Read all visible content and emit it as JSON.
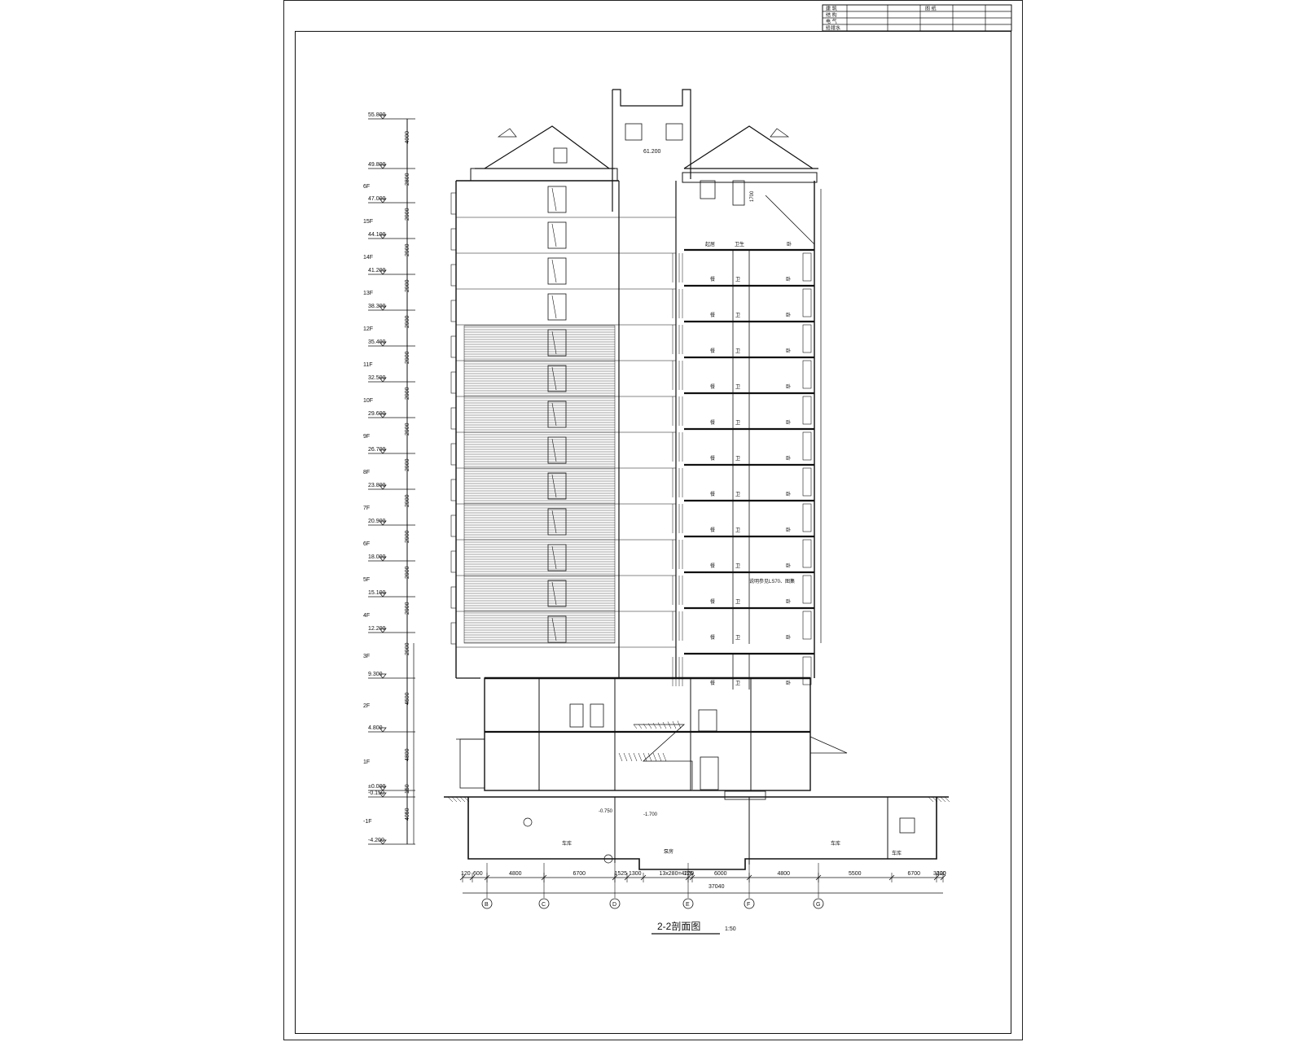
{
  "drawing": {
    "title": "2-2剖面图",
    "scale": "1:50",
    "top_elevation_tag": "61.200",
    "total_dimension": "37040"
  },
  "title_block": {
    "rows": [
      {
        "label": "建 筑",
        "extra": "图 纸"
      },
      {
        "label": "结 构",
        "extra": ""
      },
      {
        "label": "电 气",
        "extra": ""
      },
      {
        "label": "给排水",
        "extra": ""
      }
    ]
  },
  "level_scale": {
    "elevations": [
      {
        "value": "55.800",
        "floor": ""
      },
      {
        "value": "49.800",
        "floor": ""
      },
      {
        "value": "47.000",
        "floor": "6F"
      },
      {
        "value": "44.100",
        "floor": "15F"
      },
      {
        "value": "41.200",
        "floor": "14F"
      },
      {
        "value": "38.300",
        "floor": "13F"
      },
      {
        "value": "35.400",
        "floor": "12F"
      },
      {
        "value": "32.500",
        "floor": "11F"
      },
      {
        "value": "29.600",
        "floor": "10F"
      },
      {
        "value": "26.700",
        "floor": "9F"
      },
      {
        "value": "23.800",
        "floor": "8F"
      },
      {
        "value": "20.900",
        "floor": "7F"
      },
      {
        "value": "18.000",
        "floor": "6F"
      },
      {
        "value": "15.100",
        "floor": "5F"
      },
      {
        "value": "12.200",
        "floor": "4F"
      },
      {
        "value": "9.300",
        "floor": "3F"
      },
      {
        "value": "4.800",
        "floor": "2F"
      },
      {
        "value": "±0.000",
        "floor": "1F"
      },
      {
        "value": "-0.150",
        "floor": ""
      },
      {
        "value": "-4.200",
        "floor": "-1F"
      }
    ],
    "segment_dims": [
      "4000",
      "2800",
      "2900",
      "2900",
      "2900",
      "2900",
      "2900",
      "2900",
      "2900",
      "2900",
      "2900",
      "2900",
      "2900",
      "2900",
      "2900",
      "4500",
      "4800",
      "150",
      "4050"
    ]
  },
  "grid_axes": [
    "B",
    "C",
    "D",
    "E",
    "F",
    "G"
  ],
  "bottom_dims": [
    "120",
    "600",
    "4800",
    "6700",
    "1525",
    "1300",
    "13x280=4200",
    "125",
    "6000",
    "4800",
    "5500",
    "6700",
    "3300",
    "120"
  ],
  "room_labels": {
    "basement": [
      "车库",
      "泵房",
      "车库",
      "车库"
    ],
    "basement_levels": [
      "-0.750",
      "-1.700"
    ],
    "top_floor": [
      "起居",
      "卫生",
      "卧"
    ],
    "typical": [
      "餐",
      "卫",
      "卧"
    ],
    "note": "说明参见LS70、图集"
  },
  "level_marks": {
    "left_mid": "26.700",
    "stair_top": "1700"
  }
}
